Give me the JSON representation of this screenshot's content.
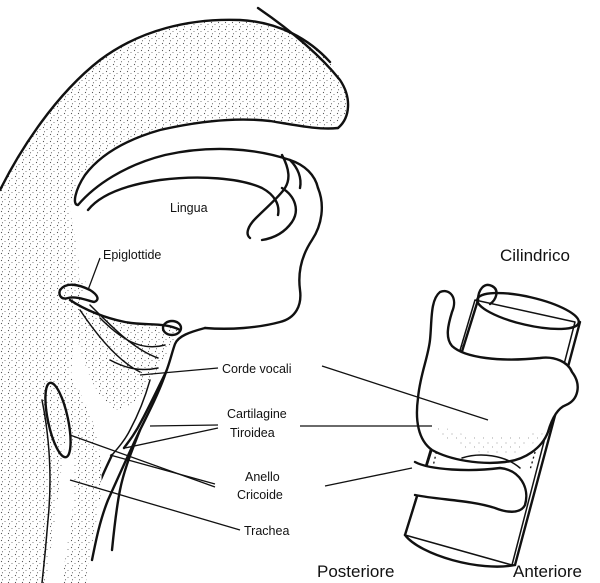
{
  "labels": {
    "lingua": "Lingua",
    "epiglottide": "Epiglottide",
    "corde_vocali": "Corde vocali",
    "cartilagine_tiroidea_line1": "Cartilagine",
    "cartilagine_tiroidea_line2": "Tiroidea",
    "anello_cricoide_line1": "Anello",
    "anello_cricoide_line2": "Cricoide",
    "trachea": "Trachea",
    "cilindrico": "Cilindrico",
    "posteriore": "Posteriore",
    "anteriore": "Anteriore"
  },
  "colors": {
    "ink": "#111111",
    "background": "#ffffff",
    "stipple": "#555555"
  }
}
